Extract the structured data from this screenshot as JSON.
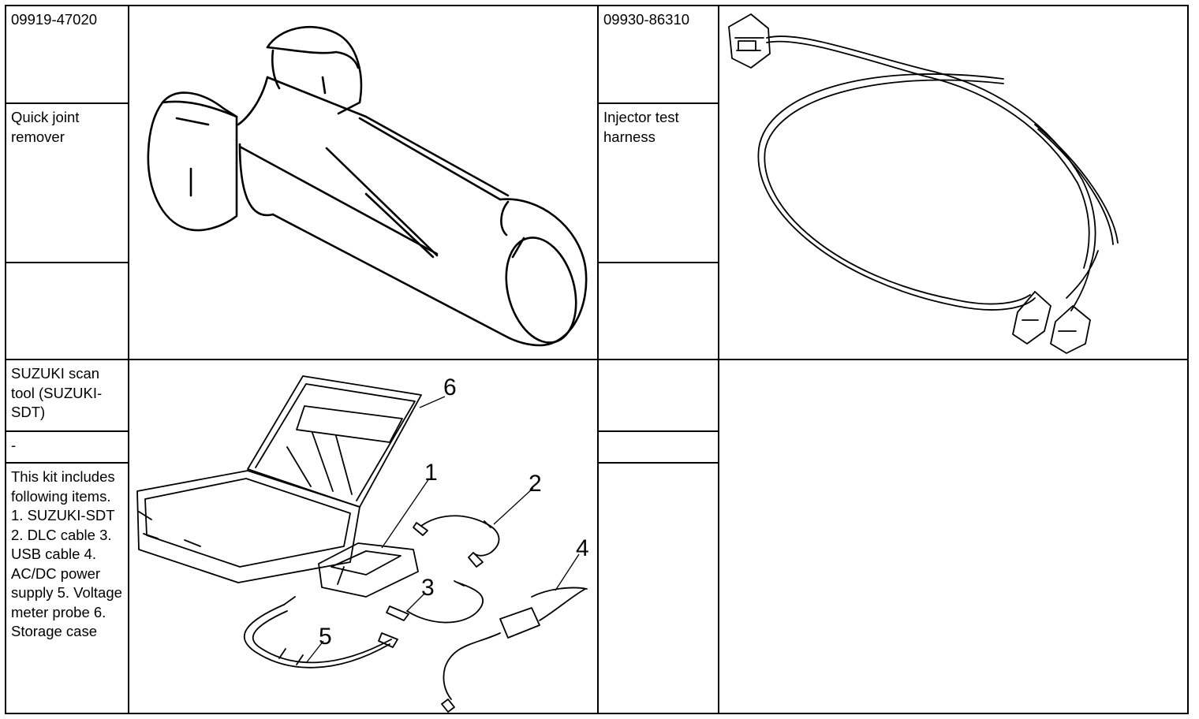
{
  "tools": [
    {
      "part_number": "09919-47020",
      "name": "Quick joint remover",
      "extra": ""
    },
    {
      "part_number": "09930-86310",
      "name": "Injector test harness",
      "extra": ""
    },
    {
      "part_number": "SUZUKI scan tool (SUZUKI-SDT)",
      "name": "-",
      "extra": "This kit includes following items. 1. SUZUKI-SDT 2. DLC cable 3. USB cable 4. AC/DC power supply 5. Voltage meter probe 6. Storage case"
    }
  ],
  "scan_tool_callouts": [
    "1",
    "2",
    "3",
    "4",
    "5",
    "6"
  ]
}
